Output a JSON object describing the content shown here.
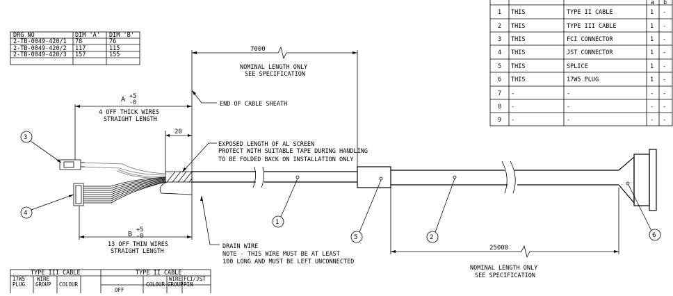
{
  "drg_table": {
    "headers": [
      "DRG NO",
      "DIM 'A'",
      "DIM 'B'"
    ],
    "rows": [
      [
        "2-TB-0049-420/1",
        "78",
        "76"
      ],
      [
        "2-TB-0049-420/2",
        "117",
        "115"
      ],
      [
        "2-TB-0049-420/3",
        "157",
        "155"
      ]
    ]
  },
  "parts_table": {
    "headers": [
      "a",
      "b"
    ],
    "rows": [
      [
        "1",
        "THIS",
        "TYPE II CABLE",
        "1",
        "-"
      ],
      [
        "2",
        "THIS",
        "TYPE III CABLE",
        "1",
        "-"
      ],
      [
        "3",
        "THIS",
        "FCI CONNECTOR",
        "1",
        "-"
      ],
      [
        "4",
        "THIS",
        "JST CONNECTOR",
        "1",
        "-"
      ],
      [
        "5",
        "THIS",
        "SPLICE",
        "1",
        "-"
      ],
      [
        "6",
        "THIS",
        "17W5 PLUG",
        "1",
        "-"
      ],
      [
        "7",
        "-",
        "-",
        "-",
        "-"
      ],
      [
        "8",
        "-",
        "-",
        "-",
        "-"
      ],
      [
        "9",
        "-",
        "-",
        "-",
        "-"
      ]
    ]
  },
  "dims": {
    "d7000": "7000",
    "d7000_note_1": "NOMINAL LENGTH ONLY",
    "d7000_note_2": "SEE SPECIFICATION",
    "dA": "A",
    "dA_tol_plus": "+5",
    "dA_tol_minus": "-0",
    "dA_note_1": "4 OFF THICK WIRES",
    "dA_note_2": "STRAIGHT LENGTH",
    "d20": "20",
    "dB": "B",
    "dB_tol_plus": "+5",
    "dB_tol_minus": "-0",
    "dB_note_1": "13 OFF THIN WIRES",
    "dB_note_2": "STRAIGHT LENGTH",
    "d25000": "25000",
    "d25000_note_1": "NOMINAL LENGTH ONLY",
    "d25000_note_2": "SEE SPECIFICATION"
  },
  "notes": {
    "sheath": "END OF CABLE SHEATH",
    "screen_1": "EXPOSED LENGTH OF AL SCREEN",
    "screen_2": "PROTECT WITH SUITABLE TAPE DURING HANDLING",
    "screen_3": "TO BE FOLDED BACK ON INSTALLATION ONLY",
    "drain_1": "DRAIN WIRE",
    "drain_2": "NOTE - THIS WIRE MUST BE AT LEAST",
    "drain_3": "100 LONG AND MUST BE LEFT UNCONNECTED"
  },
  "balloons": [
    "1",
    "2",
    "3",
    "4",
    "5",
    "6"
  ],
  "bottom_table": {
    "group1": "TYPE III CABLE",
    "group2": "TYPE II CABLE",
    "h_17w5": "17W5",
    "h_plug": "PLUG",
    "h_wire": "WIRE",
    "h_group": "GROUP",
    "h_colour": "COLOUR",
    "h_off": "OFF",
    "h_colour2": "COLOUR",
    "h_wire2": "WIRE",
    "h_group2": "GROUP",
    "h_fci": "FCI/JST",
    "h_pin": "PIN"
  }
}
